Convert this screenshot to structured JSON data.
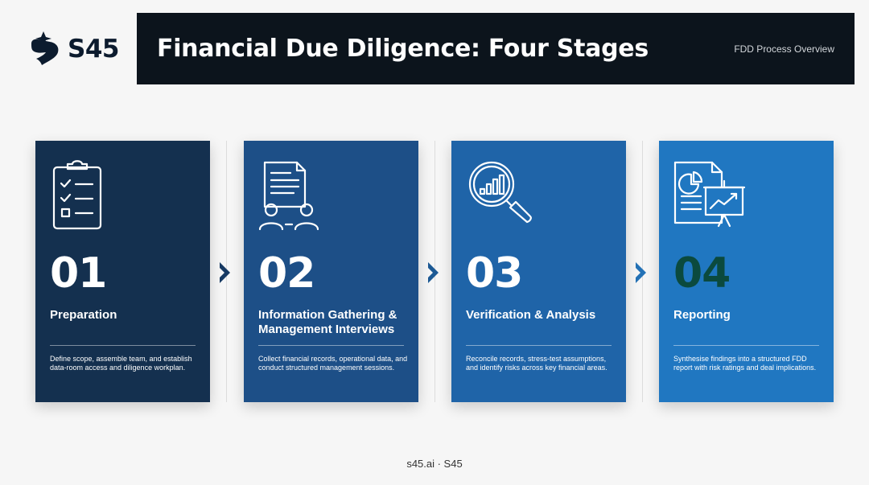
{
  "logo": {
    "text": "S45",
    "icon": "s45-logo-mark"
  },
  "header": {
    "title": "Financial Due Diligence: Four Stages",
    "subtitle": "FDD Process Overview",
    "background": "#0c141c"
  },
  "stages": [
    {
      "number": "01",
      "title": "Preparation",
      "description": "Define scope, assemble team, and establish data-room access and diligence workplan.",
      "icon": "clipboard-checklist-icon",
      "color": "#14304f"
    },
    {
      "number": "02",
      "title": "Information Gathering & Management Interviews",
      "description": "Collect financial records, operational data, and conduct structured management sessions.",
      "icon": "document-people-icon",
      "color": "#1d4f87"
    },
    {
      "number": "03",
      "title": "Verification & Analysis",
      "description": "Reconcile records, stress-test assumptions, and identify risks across key financial areas.",
      "icon": "magnifier-chart-icon",
      "color": "#1f64a8"
    },
    {
      "number": "04",
      "title": "Reporting",
      "description": "Synthesise findings into a structured FDD report with risk ratings and deal implications.",
      "icon": "report-presentation-icon",
      "color": "#2077c1",
      "number_color": "#0b4a3e"
    }
  ],
  "footer": {
    "text": "s45.ai · S45"
  }
}
